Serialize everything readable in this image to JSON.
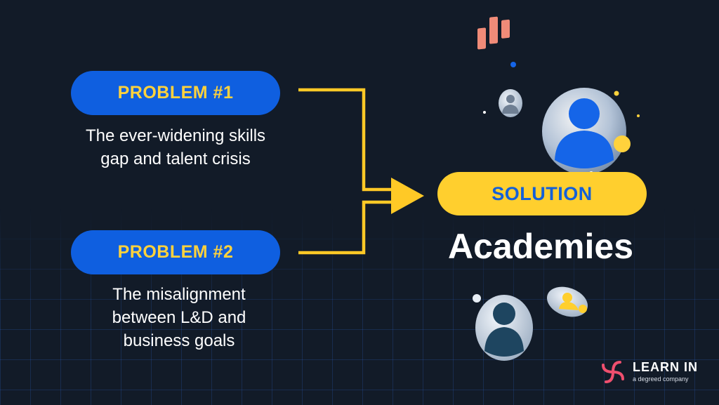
{
  "problem1": {
    "label": "PROBLEM #1",
    "desc_line1": "The ever-widening skills",
    "desc_line2": "gap and talent crisis"
  },
  "problem2": {
    "label": "PROBLEM #2",
    "desc_line1": "The misalignment",
    "desc_line2": "between L&D and",
    "desc_line3": "business goals"
  },
  "solution": {
    "label": "SOLUTION",
    "title": "Academies"
  },
  "brand": {
    "name": "LEARN IN",
    "tagline": "a degreed company"
  },
  "colors": {
    "background": "#121b28",
    "problem_pill": "#0f5fe0",
    "problem_text": "#ffd23c",
    "solution_pill": "#ffcf2e",
    "solution_text": "#1460d8",
    "connector": "#ffc926"
  }
}
